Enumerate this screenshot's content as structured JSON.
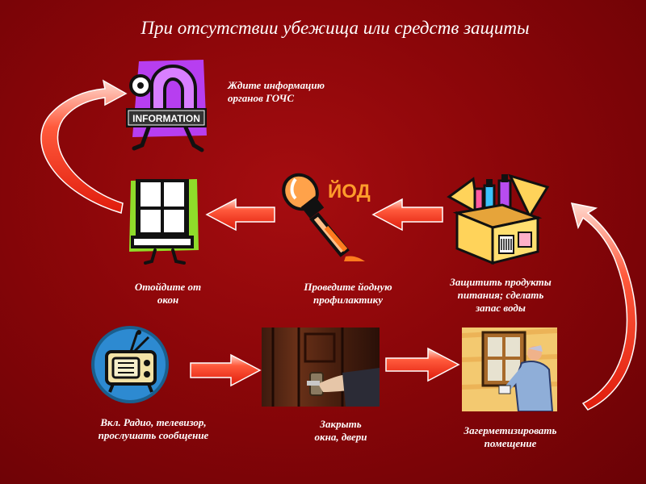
{
  "title": "При отсутствии убежища или средств защиты",
  "iodine_label": "ЙОД",
  "info_sign_text": "INFORMATION",
  "steps": [
    {
      "id": "wait-info",
      "lines": [
        "Ждите информацию",
        "органов ГОЧС"
      ]
    },
    {
      "id": "away-windows",
      "lines": [
        "Отойдите от",
        "окон"
      ]
    },
    {
      "id": "iodine-prophylaxis",
      "lines": [
        "Проведите йодную",
        "профилактику"
      ]
    },
    {
      "id": "protect-food",
      "lines": [
        "Защитить продукты",
        "питания; сделать",
        "запас воды"
      ]
    },
    {
      "id": "radio-tv",
      "lines": [
        "Вкл. Радио, телевизор,",
        "прослушать сообщение"
      ]
    },
    {
      "id": "close-doors",
      "lines": [
        "Закрыть",
        "окна, двери"
      ]
    },
    {
      "id": "seal-room",
      "lines": [
        "Загерметизировать",
        "помещение"
      ]
    }
  ],
  "colors": {
    "background": "#8b0609",
    "arrow": "#ff3a1e",
    "arrow_light": "#ffcfc4",
    "text": "#ffffff",
    "iodine": "#ff9c2b"
  }
}
